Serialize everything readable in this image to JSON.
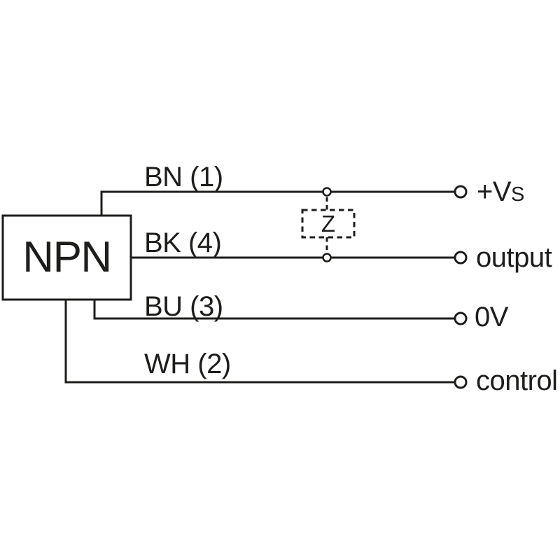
{
  "colors": {
    "ink": "#1d1d1b",
    "background": "#ffffff"
  },
  "device": {
    "label": "NPN"
  },
  "impedance": {
    "label": "Z"
  },
  "wires": [
    {
      "label": "BN (1)",
      "terminal": "+Vs",
      "terminal_main": "+V",
      "terminal_sub": "s"
    },
    {
      "label": "BK (4)",
      "terminal": "output"
    },
    {
      "label": "BU (3)",
      "terminal": "0V"
    },
    {
      "label": "WH (2)",
      "terminal": "control"
    }
  ]
}
